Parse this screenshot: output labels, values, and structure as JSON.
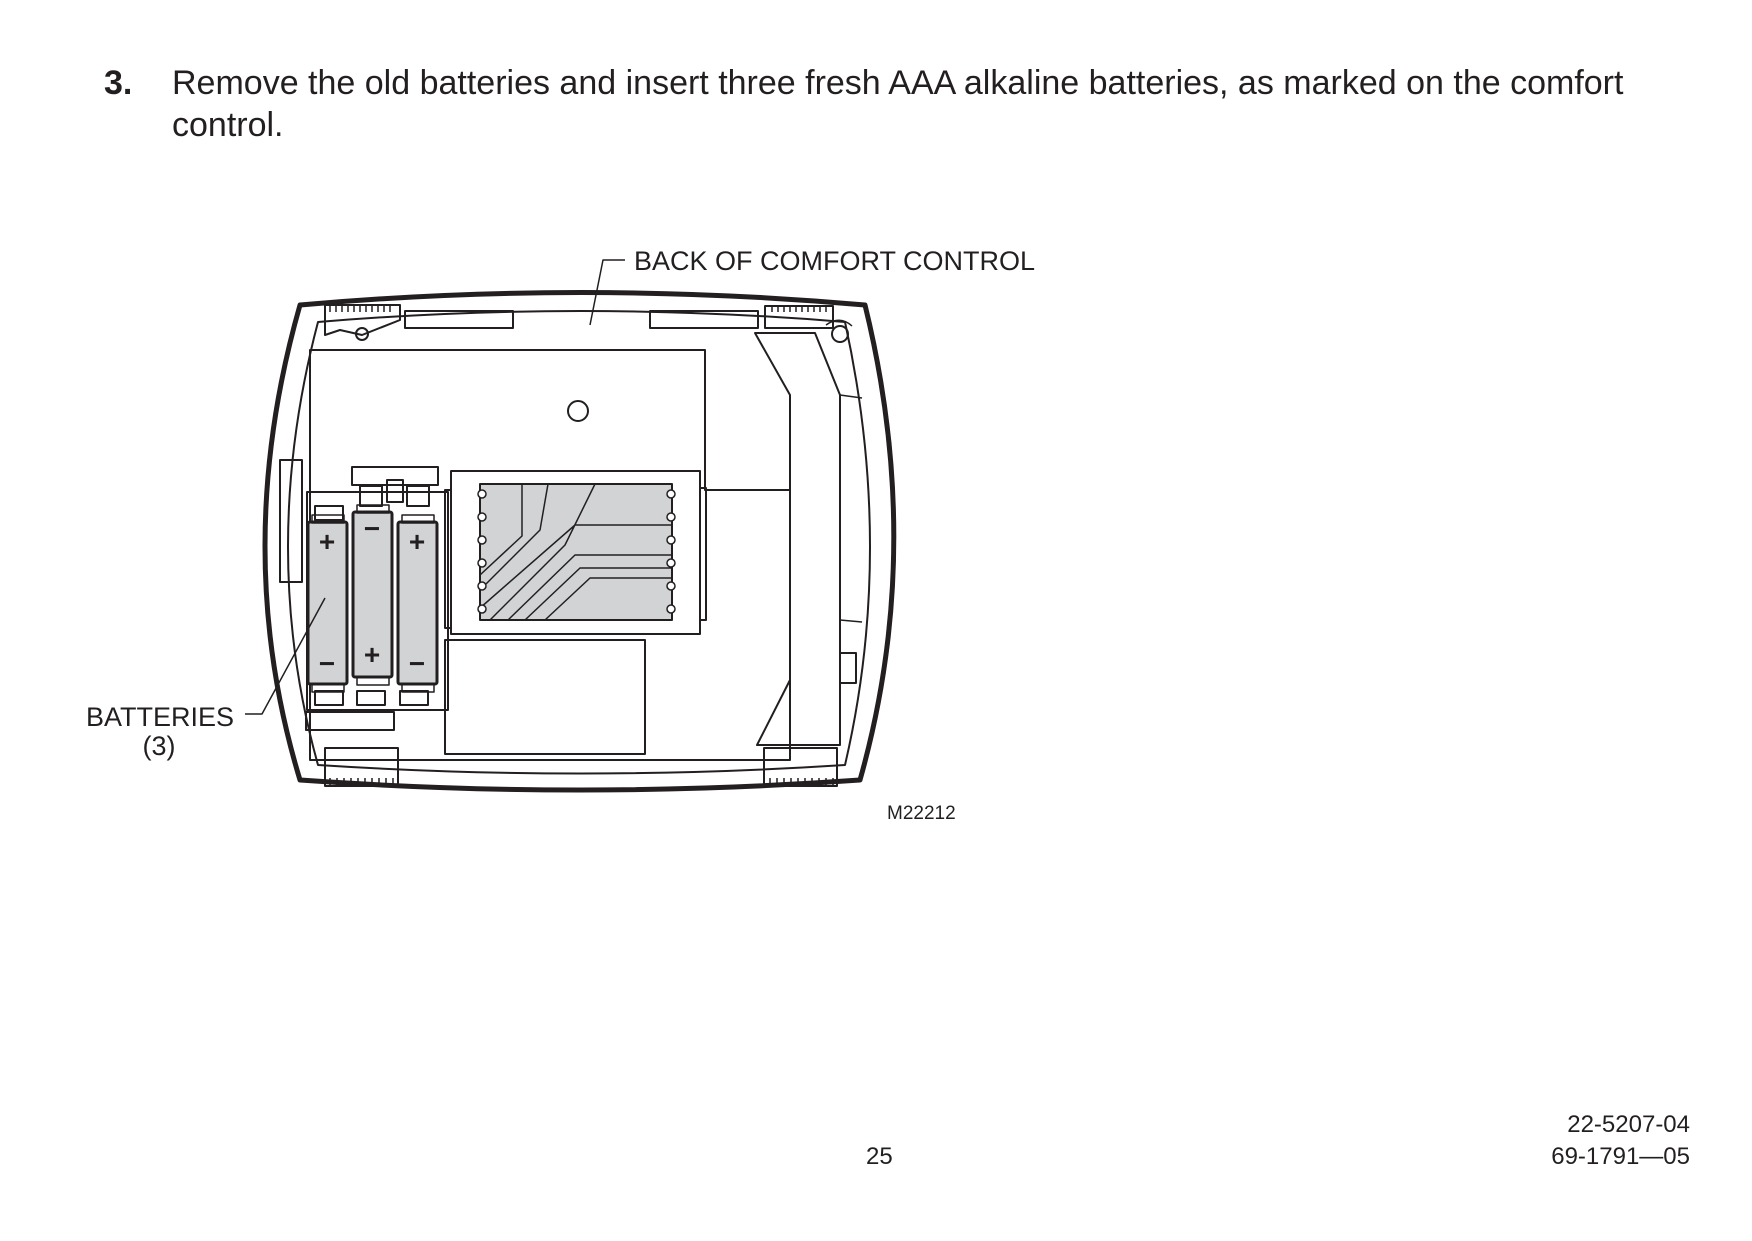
{
  "step": {
    "number": "3.",
    "text": "Remove the old batteries and insert three fresh AAA alkaline batteries, as marked on the comfort control."
  },
  "figure": {
    "label_back": "BACK OF COMFORT CONTROL",
    "label_batteries": "BATTERIES",
    "label_batteries_count": "(3)",
    "figure_code": "M22212",
    "battery_marks": {
      "battery_1_top": "+",
      "battery_1_bottom": "−",
      "battery_2_top": "−",
      "battery_2_bottom": "+",
      "battery_3_top": "+",
      "battery_3_bottom": "−"
    },
    "colors": {
      "line": "#231f20",
      "fill_gray": "#d1d3d4"
    }
  },
  "footer": {
    "page_number": "25",
    "doc_number_1": "22-5207-04",
    "doc_number_2": "69-1791—05"
  }
}
